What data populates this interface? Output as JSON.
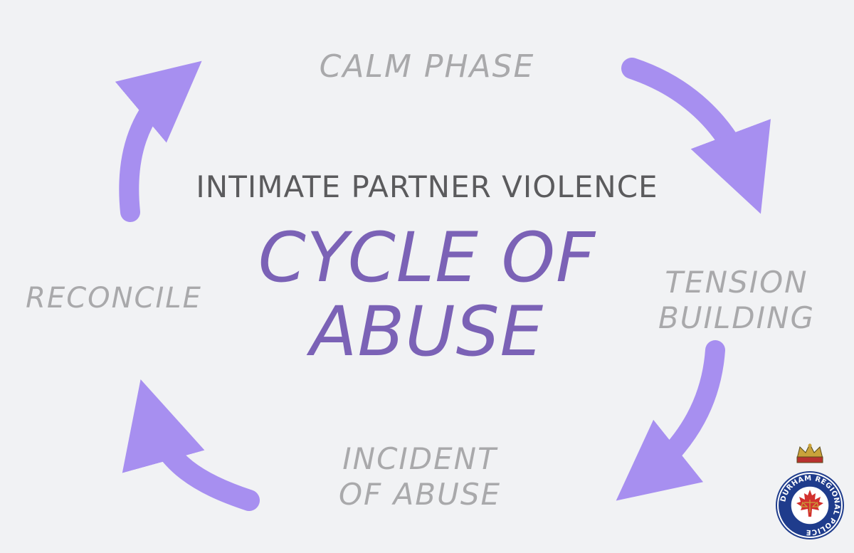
{
  "diagram": {
    "subtitle": "INTIMATE PARTNER VIOLENCE",
    "title_line1": "CYCLE OF",
    "title_line2": "ABUSE",
    "phases": {
      "calm": "CALM PHASE",
      "tension_line1": "TENSION",
      "tension_line2": "BUILDING",
      "incident_line1": "INCIDENT",
      "incident_line2": "OF ABUSE",
      "reconcile": "RECONCILE"
    }
  },
  "colors": {
    "background": "#f1f2f4",
    "arrow": "#a78ff0",
    "title": "#7b62b6",
    "subtitle": "#5b5b5d",
    "phase_text": "#a9a9ab"
  },
  "logo": {
    "text": "DURHAM REGIONAL POLICE",
    "icons": [
      "crown-icon",
      "maple-leaf-icon",
      "scales-icon"
    ]
  }
}
